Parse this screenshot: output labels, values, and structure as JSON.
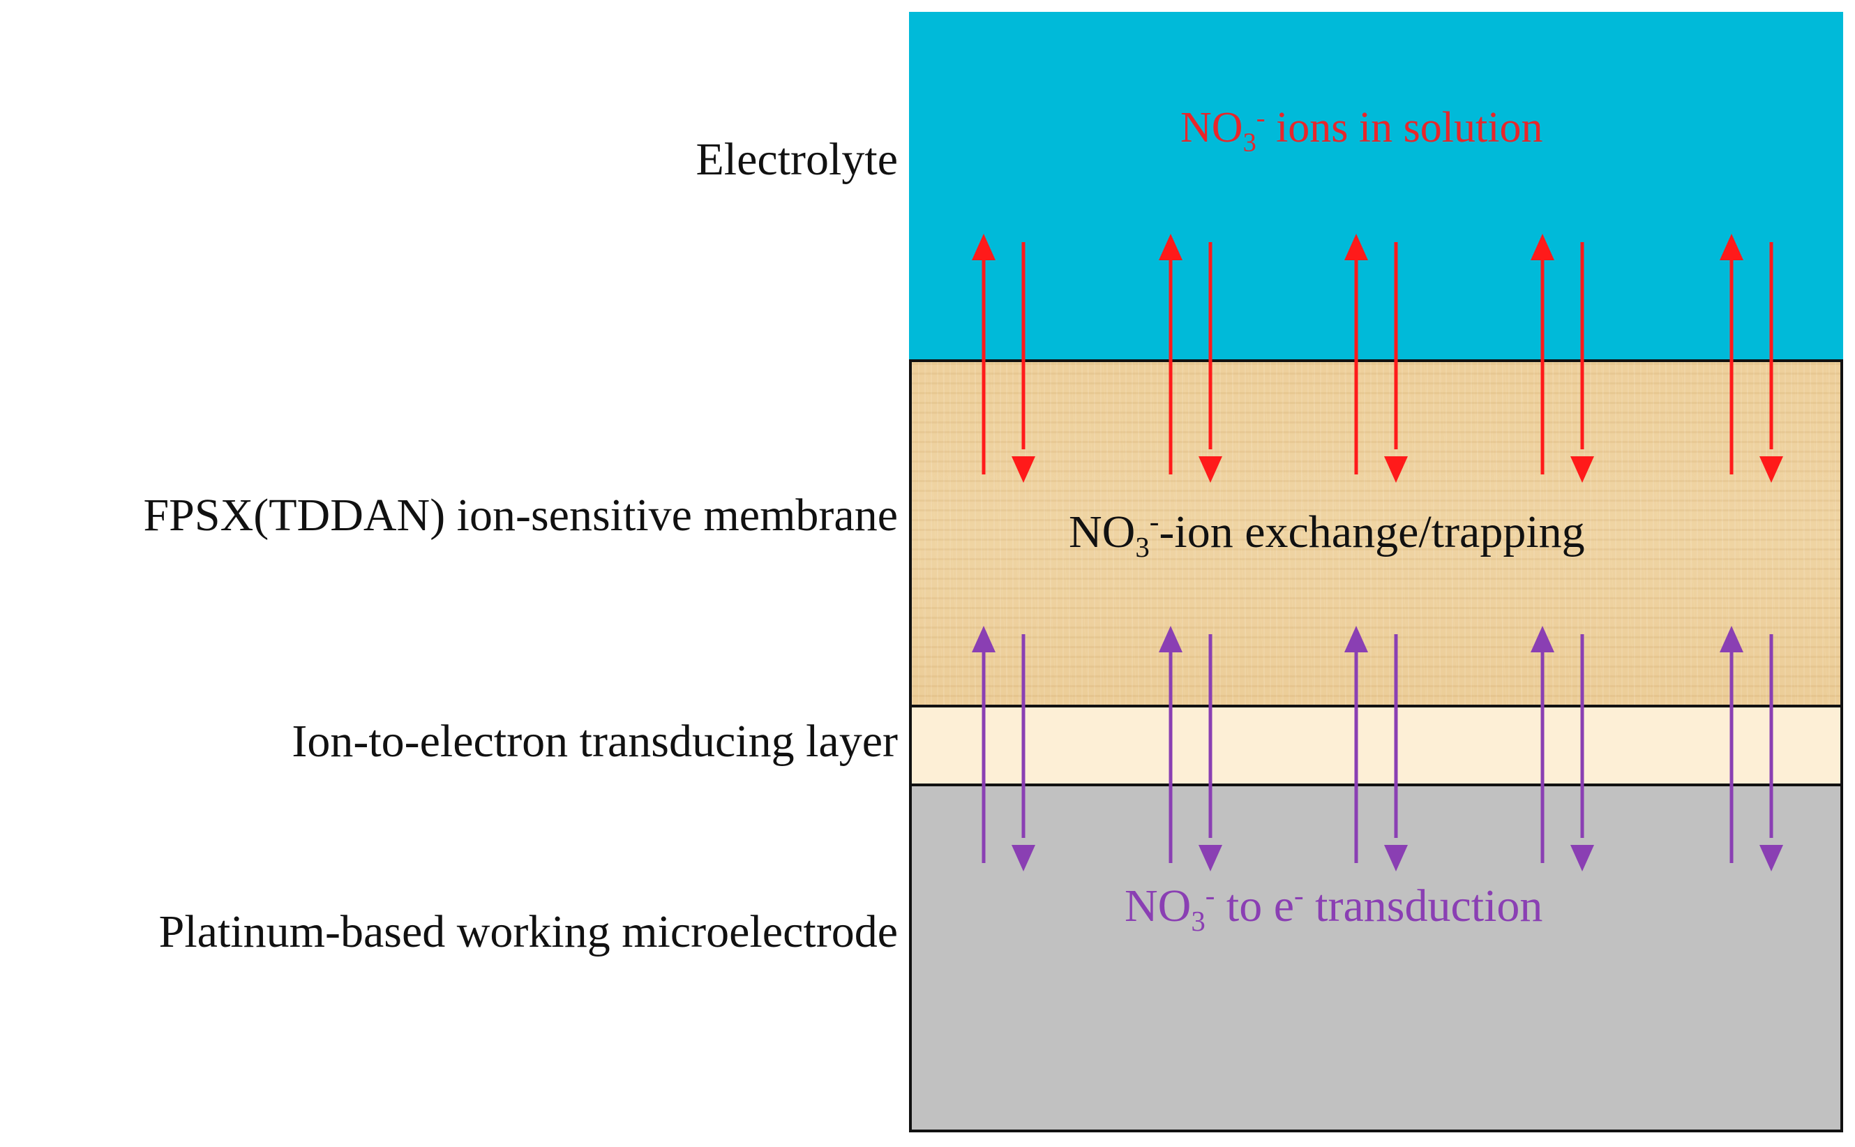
{
  "labels": {
    "electrolyte": "Electrolyte",
    "membrane": "FPSX(TDDAN) ion-sensitive membrane",
    "transducer": "Ion-to-electron transducing layer",
    "electrode": "Platinum-based working microelectrode"
  },
  "annotations": {
    "solution": {
      "base": "NO",
      "sub": "3",
      "sup": "-",
      "rest": " ions in solution"
    },
    "exchange": {
      "base": "NO",
      "sub": "3",
      "sup": "-",
      "rest": "-ion exchange/trapping"
    },
    "transduction": {
      "base": "NO",
      "sub": "3",
      "sup": "-",
      "middle": " to e",
      "sup2": "-",
      "rest": " transduction"
    }
  },
  "colors": {
    "electrolyte": "#00bad9",
    "membrane": "#eed09c",
    "transducer": "#fdefd6",
    "electrode": "#c1c1c1",
    "ion_arrows": "#ff1a1a",
    "electron_arrows": "#8a3fb3",
    "ion_text": "#e8262a",
    "transduction_text": "#8a3fb3"
  },
  "arrow_pairs": 5
}
